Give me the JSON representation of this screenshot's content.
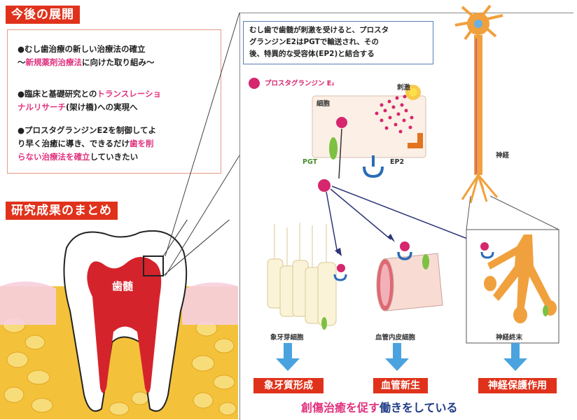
{
  "future": {
    "title": "今後の展開",
    "b1a": "●むし歯治療の新しい治療法の確立",
    "b1b_prefix": "～",
    "b1b_pink": "新規薬剤治療法",
    "b1b_suffix": "に向けた取り組み～",
    "b2a_prefix": "●臨床と基礎研究との",
    "b2a_pink": "トランスレーショ",
    "b2b_pink": "ナルリサーチ",
    "b2b_suffix": "(架け橋)への実現へ",
    "b3a": "●プロスタグランジンE2を制御してよ",
    "b3b_prefix": "り早く治癒に導き、できるだけ",
    "b3b_pink": "歯を削",
    "b3c_pink": "らない治療法を確立",
    "b3c_suffix": "していきたい"
  },
  "summary": {
    "title": "研究成果のまとめ",
    "pulp_label": "歯髄"
  },
  "mechanism": {
    "info_line1": "むし歯で歯髄が刺激を受けると、プロスタ",
    "info_line2": "グランジンE2はPGTで輸送され、その",
    "info_line3": "後、特異的な受容体(EP2)と結合する",
    "legend_label": "プロスタグランジン E₂",
    "stimulus_label": "刺激",
    "cell_label": "細胞",
    "pgt_label": "PGT",
    "ep2_label": "EP2",
    "nerve_label": "神経"
  },
  "effects": {
    "odontoblast_label": "象牙芽細胞",
    "endothelial_label": "血管内皮細胞",
    "nerve_ending_label": "神経終末",
    "result1": "象牙質形成",
    "result2": "血管新生",
    "result3": "神経保護作用",
    "conclusion_pink": "創傷治癒を促す",
    "conclusion_rest": "働きをしている"
  },
  "colors": {
    "accent_red": "#e0321b",
    "pink": "#e0337f",
    "blue_arrow": "#4aa3df",
    "pge2_dot": "#d6266e"
  }
}
